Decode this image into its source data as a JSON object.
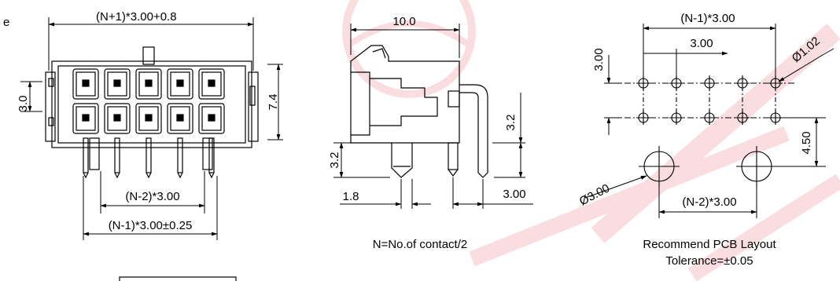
{
  "front_view": {
    "label_left": "e",
    "overall_width": "(N+1)*3.00+0.8",
    "pitch_vertical": "3.0",
    "height": "7.4",
    "pin_span_inner": "(N-2)*3.00",
    "pin_span_outer": "(N-1)*3.00±0.25"
  },
  "side_view": {
    "depth": "10.0",
    "pin_offset": "3.2",
    "post_length": "3.2",
    "post_offset": "1.8",
    "pin_spacing": "3.00",
    "note": "N=No.of contact/2"
  },
  "pcb_layout": {
    "hole_pitch_total": "(N-1)*3.00",
    "hole_pitch": "3.00",
    "row_pitch": "3.00",
    "hole_diameter": "Ø1.02",
    "peg_offset": "4.50",
    "peg_diameter": "Ø3.00",
    "peg_span": "(N-2)*3.00",
    "caption": "Recommend PCB Layout",
    "tolerance": "Tolerance=±0.05"
  },
  "colors": {
    "line": "#000000",
    "watermark": "#e0001b",
    "background": "#ffffff"
  }
}
